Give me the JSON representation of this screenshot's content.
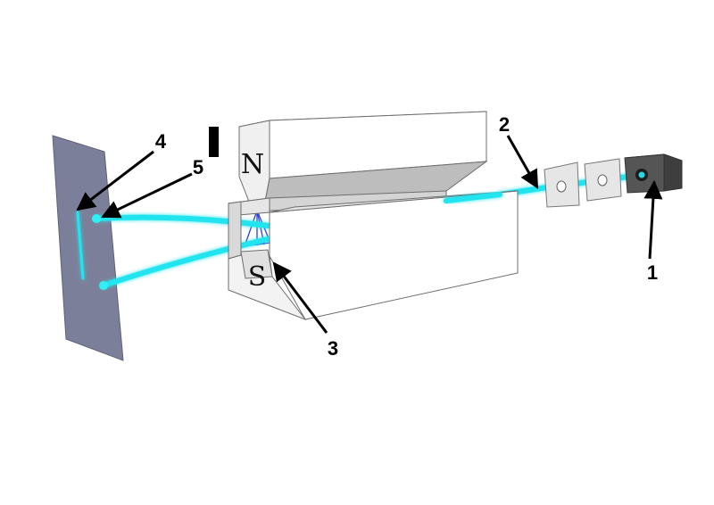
{
  "diagram": {
    "magnet": {
      "north_pole": "N",
      "south_pole": "S"
    },
    "callouts": [
      {
        "id": "1",
        "text": "1"
      },
      {
        "id": "2",
        "text": "2"
      },
      {
        "id": "3",
        "text": "3"
      },
      {
        "id": "4",
        "text": "4"
      },
      {
        "id": "5",
        "text": "5"
      }
    ],
    "colors": {
      "beam": "#21e4ee",
      "screen": "#7c7f9a",
      "magnet_face": "#ffffff",
      "magnet_shade": "#b7b7b7",
      "source_box": "#4b4b4b"
    }
  }
}
